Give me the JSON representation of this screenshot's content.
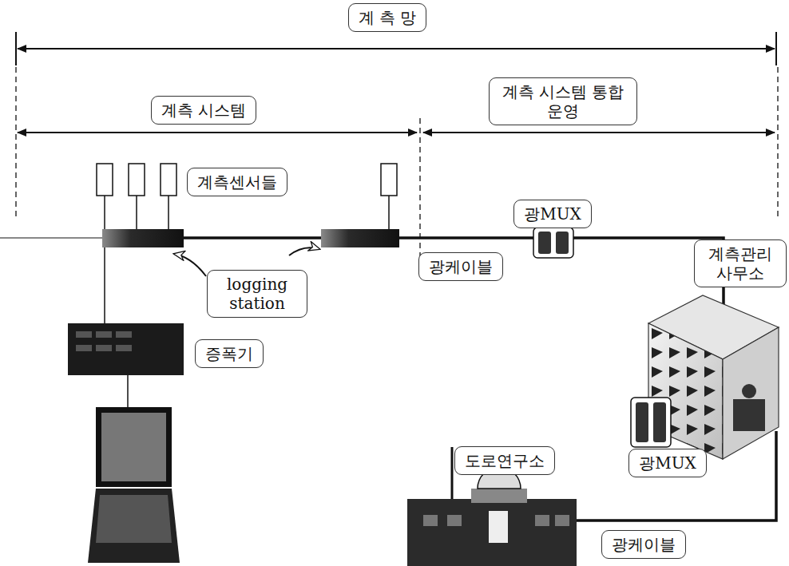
{
  "diagram": {
    "nodes": [
      {
        "text": [
          "계 측 망"
        ]
      },
      {
        "text": [
          "계측 시스템"
        ]
      },
      {
        "text": [
          "계측 시스템 통합운영"
        ]
      },
      {
        "text": [
          "계측센서들"
        ]
      },
      {
        "text": [
          "광MUX"
        ]
      },
      {
        "text": [
          "광케이블"
        ]
      },
      {
        "text": [
          "계측관리 사무소"
        ]
      },
      {
        "text": [
          "logging station"
        ]
      },
      {
        "text": [
          "증폭기"
        ]
      },
      {
        "text": [
          "도로연구소"
        ]
      },
      {
        "text": [
          "광MUX"
        ]
      },
      {
        "text": [
          "광케이블"
        ]
      }
    ]
  }
}
